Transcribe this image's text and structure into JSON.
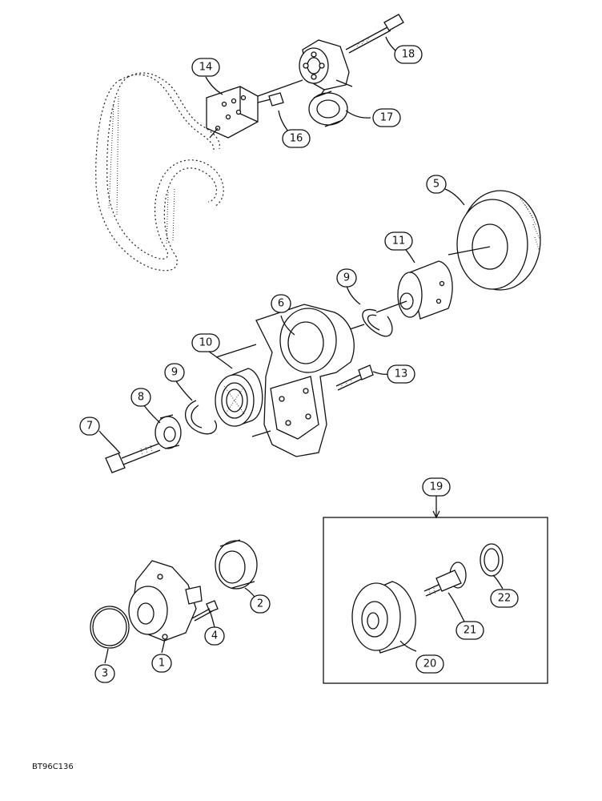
{
  "callouts": {
    "c1": "1",
    "c2": "2",
    "c3": "3",
    "c4": "4",
    "c5": "5",
    "c6": "6",
    "c7": "7",
    "c8": "8",
    "c9a": "9",
    "c9b": "9",
    "c10": "10",
    "c11": "11",
    "c13": "13",
    "c14": "14",
    "c16": "16",
    "c17": "17",
    "c18": "18",
    "c19": "19",
    "c20": "20",
    "c21": "21",
    "c22": "22"
  },
  "figure_code": "BT96C136"
}
